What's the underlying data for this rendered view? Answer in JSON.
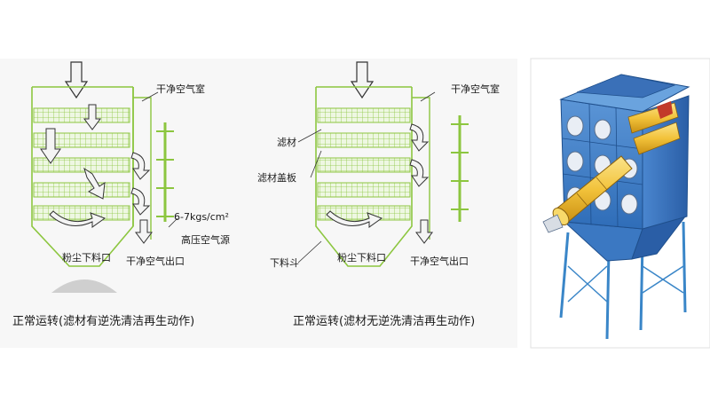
{
  "left_diagram": {
    "clean_air_chamber": "干净空气室",
    "pressure": "6-7kgs/cm²",
    "air_source": "高压空气源",
    "dust_outlet": "粉尘下料口",
    "clean_air_outlet": "干净空气出口",
    "caption": "正常运转(滤材有逆洗清洁再生动作)"
  },
  "right_diagram": {
    "clean_air_chamber": "干净空气室",
    "filter_media": "滤材",
    "filter_cover": "滤材盖板",
    "hopper": "下料斗",
    "dust_outlet": "粉尘下料口",
    "clean_air_outlet": "干净空气出口",
    "caption": "正常运转(滤材无逆洗清洁再生动作)"
  },
  "colors": {
    "frame": "#8cc63f",
    "arrow_fill": "#f4f4f4",
    "arrow_stroke": "#333333",
    "panel_bg": "#f7f7f7",
    "cabinet_blue": "#2f6db8",
    "cartridge_yellow": "#f2c23a",
    "leg_blue": "#3a86c8"
  }
}
